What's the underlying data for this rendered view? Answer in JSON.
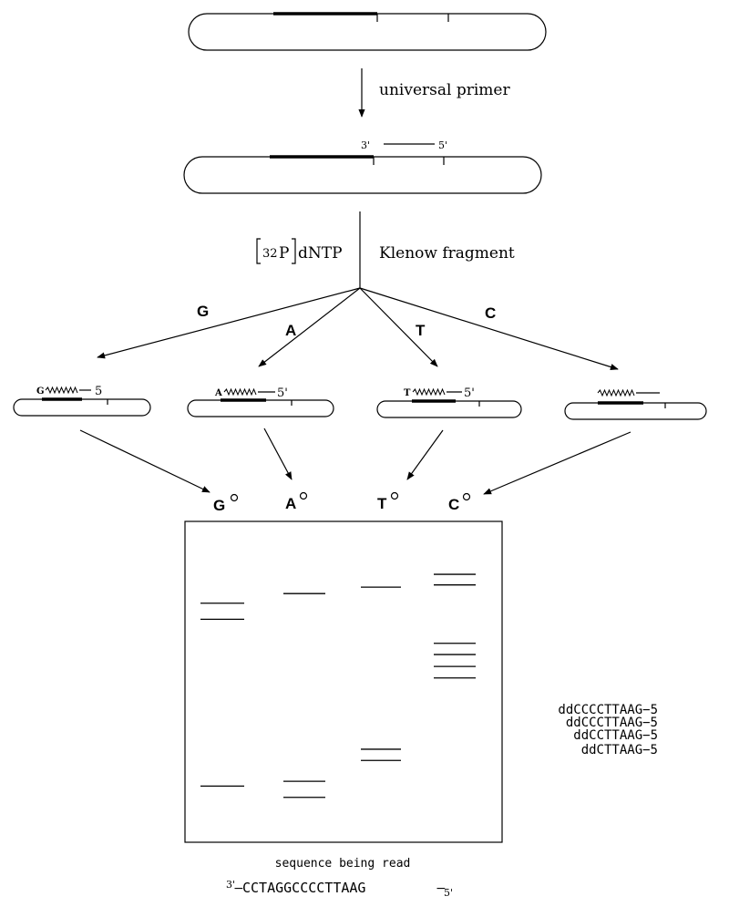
{
  "steps": {
    "primer_label": "universal primer",
    "primer_3": "3'",
    "primer_5": "5'",
    "dntp_label": "[32P]dNTP",
    "dntp_mass": "32",
    "dntp_p": "P",
    "dntp_rest": "dNTP",
    "enzyme_label": "Klenow fragment"
  },
  "reactions": [
    {
      "base": "G",
      "prefix": "G",
      "end": "5"
    },
    {
      "base": "A",
      "prefix": "A",
      "end": "5'"
    },
    {
      "base": "T",
      "prefix": "T",
      "end": "5'"
    },
    {
      "base": "C",
      "prefix": "",
      "end": ""
    }
  ],
  "lanes": [
    "G",
    "A",
    "T",
    "C"
  ],
  "fragments": [
    "ddCCCCTTAAG−5",
    "ddCCCTTAAG−5",
    "ddCCTTAAG−5",
    "ddCTTAAG−5"
  ],
  "footer": {
    "caption": "sequence being read",
    "seq_prefix": "3'",
    "seq": "CCTAGGCCCCTTAAG",
    "seq_suffix": "5'"
  },
  "gel_bands": {
    "lanes": [
      "G",
      "A",
      "T",
      "C"
    ],
    "relative_positions": {
      "G": [
        0.255,
        0.305,
        0.825
      ],
      "A": [
        0.225,
        0.81,
        0.86
      ],
      "T": [
        0.205,
        0.71,
        0.745
      ],
      "C": [
        0.165,
        0.198,
        0.38,
        0.415,
        0.452,
        0.488
      ]
    }
  }
}
